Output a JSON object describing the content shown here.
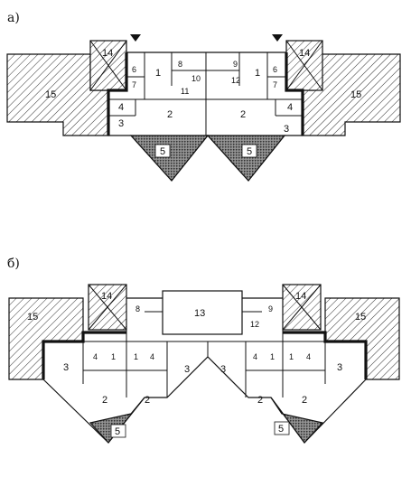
{
  "figure": {
    "plan_a": {
      "caption": "а)",
      "labels": {
        "room_1_left": "1",
        "room_1_right": "1",
        "room_2_left": "2",
        "room_2_right": "2",
        "room_3_left": "3",
        "room_3_right": "3",
        "room_4_left": "4",
        "room_4_right": "4",
        "room_5_left": "5",
        "room_5_right": "5",
        "room_6_left": "6",
        "room_6_right": "6",
        "room_7_left": "7",
        "room_7_right": "7",
        "room_8": "8",
        "room_9": "9",
        "room_10": "10",
        "room_11": "11",
        "room_12": "12",
        "room_14_left": "14",
        "room_14_right": "14",
        "room_15_left": "15",
        "room_15_right": "15"
      }
    },
    "plan_b": {
      "caption": "б)",
      "labels": {
        "room_13": "13",
        "room_14_left": "14",
        "room_14_right": "14",
        "room_15_left": "15",
        "room_15_right": "15",
        "room_8": "8",
        "room_9": "9",
        "room_12": "12",
        "room_3_1": "3",
        "room_3_2": "3",
        "room_3_3": "3",
        "room_3_4": "3",
        "room_4_1": "4",
        "room_4_2": "4",
        "room_4_3": "4",
        "room_4_4": "4",
        "room_1_1": "1",
        "room_1_2": "1",
        "room_1_3": "1",
        "room_1_4": "1",
        "room_2_1": "2",
        "room_2_2": "2",
        "room_2_3": "2",
        "room_2_4": "2",
        "room_5_left": "5",
        "room_5_right": "5"
      }
    }
  }
}
